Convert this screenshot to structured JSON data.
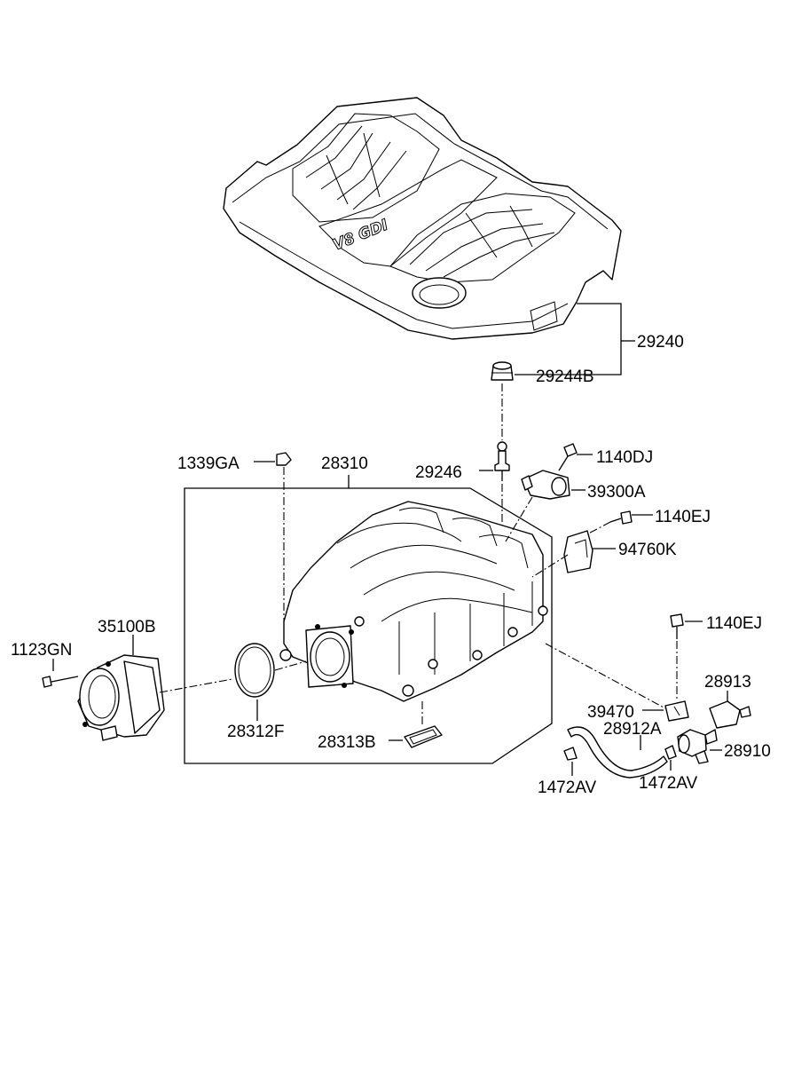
{
  "parts": {
    "p29240": "29240",
    "p29244B": "29244B",
    "p29246": "29246",
    "p1140DJ": "1140DJ",
    "p39300A": "39300A",
    "p1140EJ_a": "1140EJ",
    "p94760K": "94760K",
    "p1339GA": "1339GA",
    "p28310": "28310",
    "p35100B": "35100B",
    "p1123GN": "1123GN",
    "p1140EJ_b": "1140EJ",
    "p28913": "28913",
    "p39470": "39470",
    "p28912A": "28912A",
    "p28910": "28910",
    "p28312F": "28312F",
    "p28313B": "28313B",
    "p1472AV_a": "1472AV",
    "p1472AV_b": "1472AV"
  },
  "cover_badge": "V8 GDI"
}
